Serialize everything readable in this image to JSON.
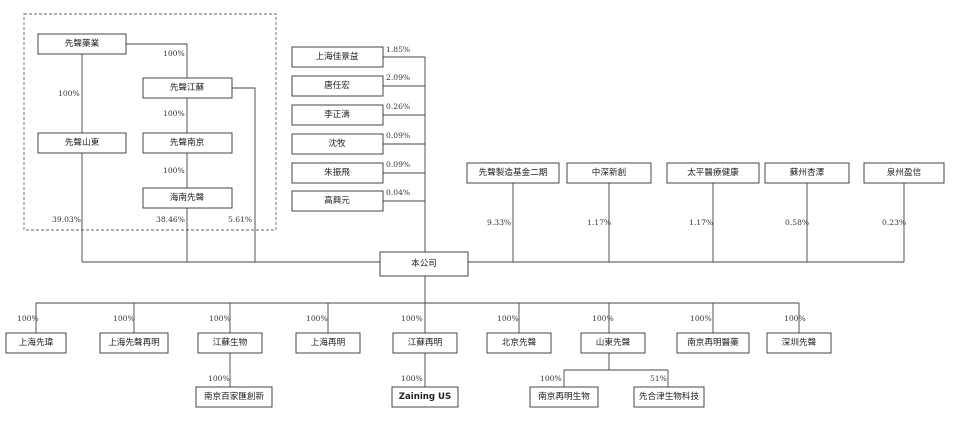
{
  "nodes": {
    "xs_yy": "先聲藥業",
    "xs_jiangsu": "先聲江蘇",
    "xs_shandong": "先聲山東",
    "xs_nanjing": "先聲南京",
    "hainan_xs": "海南先聲",
    "sh_jzy": "上海佳景益",
    "tang_rh": "唐任宏",
    "li_zz": "李正濤",
    "shen_m": "沈牧",
    "zhu_zf": "朱振飛",
    "gao_xy": "高興元",
    "fund2": "先聲製造基金二期",
    "zhongshen": "中深新創",
    "taiping": "太平醫療健康",
    "suzhou": "蘇州杏澤",
    "quanzhou": "泉州盈信",
    "company": "本公司",
    "sub_shxz": "上海先瑋",
    "sub_shxszm": "上海先聲再明",
    "sub_jssw": "江蘇生物",
    "sub_shzm": "上海再明",
    "sub_jszm": "江蘇再明",
    "sub_bjxs": "北京先聲",
    "sub_sdxs": "山東先聲",
    "sub_njzmyl": "南京再明醫藥",
    "sub_szxs": "深圳先聲",
    "sub_njbj": "南京百家匯創新",
    "sub_zus": "Zaining US",
    "sub_njzmsw": "南京再明生物",
    "sub_xhj": "先合津生物科技"
  },
  "percentages": {
    "p_yy_js": "100%",
    "p_yy_sd": "100%",
    "p_js_nj": "100%",
    "p_nj_hn": "100%",
    "p_sd_co": "39.03%",
    "p_hn_co": "38.46%",
    "p_js_co": "5.61%",
    "p_sh_jzy": "1.85%",
    "p_tang": "2.09%",
    "p_li": "0.26%",
    "p_shen": "0.09%",
    "p_zhu": "0.09%",
    "p_gao": "0.04%",
    "p_fund2": "9.33%",
    "p_zhongshen": "1.17%",
    "p_taiping": "1.17%",
    "p_suzhou": "0.58%",
    "p_quanzhou": "0.23%",
    "p_s1": "100%",
    "p_s2": "100%",
    "p_s3": "100%",
    "p_s4": "100%",
    "p_s5": "100%",
    "p_s6": "100%",
    "p_s7": "100%",
    "p_s8": "100%",
    "p_s9": "100%",
    "p_njbj": "100%",
    "p_zus": "100%",
    "p_njzmsw": "100%",
    "p_xhj": "51%"
  }
}
